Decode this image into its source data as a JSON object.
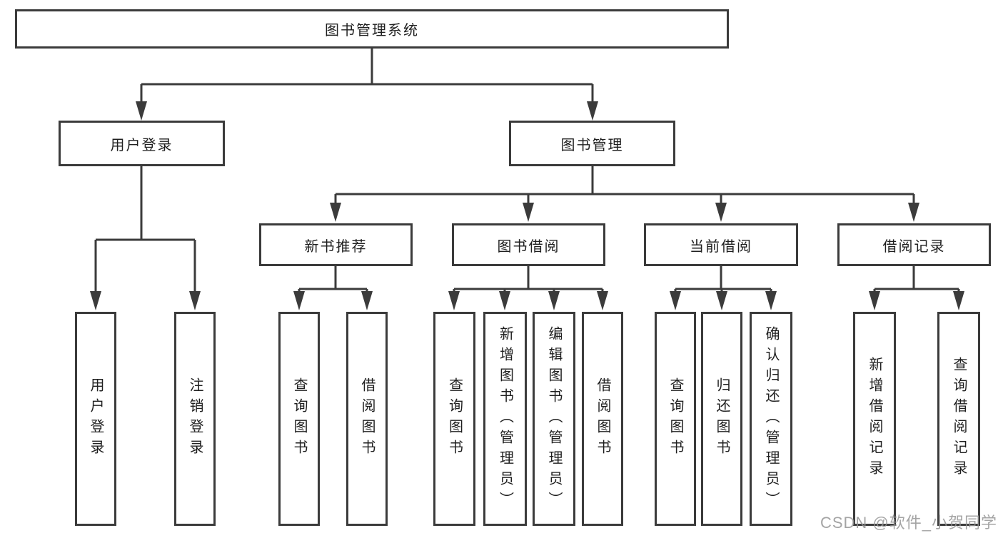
{
  "diagram": {
    "title_node": "图书管理系统",
    "level2": {
      "user_login": "用户登录",
      "book_mgmt": "图书管理"
    },
    "level3": {
      "new_book": "新书推荐",
      "book_borrow": "图书借阅",
      "current_borrow": "当前借阅",
      "borrow_record": "借阅记录"
    },
    "leaves": {
      "user": [
        "用户登录",
        "注销登录"
      ],
      "newbook": [
        "查询图书",
        "借阅图书"
      ],
      "borrow": [
        "查询图书",
        "新增图书（管理员）",
        "编辑图书（管理员）",
        "借阅图书"
      ],
      "current": [
        "查询图书",
        "归还图书",
        "确认归还（管理员）"
      ],
      "record": [
        "新增借阅记录",
        "查询借阅记录"
      ]
    },
    "watermark": "CSDN @软件_小贺同学",
    "colors": {
      "line": "#3b3b3b",
      "text": "#1f1f1f",
      "watermark": "#949494",
      "background": "#ffffff"
    }
  }
}
